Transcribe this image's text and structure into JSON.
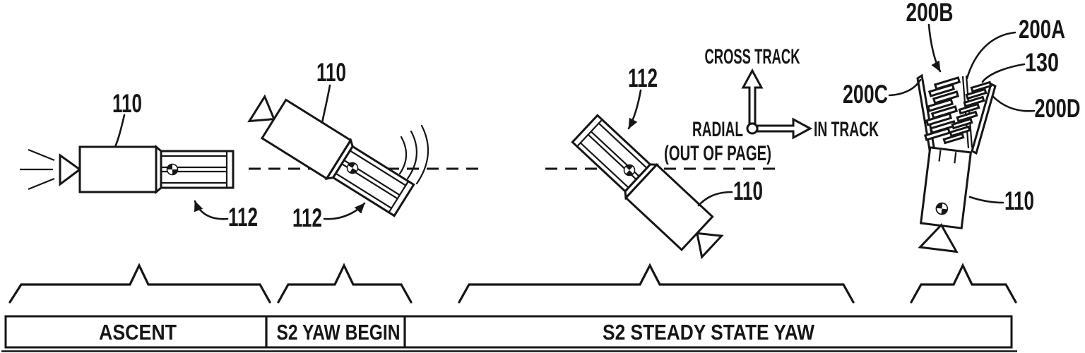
{
  "figure": {
    "type": "patent-diagram",
    "callouts": {
      "rocket1_body": "110",
      "rocket1_stage2": "112",
      "rocket2_body": "110",
      "rocket2_stage2": "112",
      "rocket3_stage2": "112",
      "rocket3_body": "110",
      "sat_stack_left": "200B",
      "sat_stack_right": "200A",
      "dispenser_rod": "130",
      "fairing_half_left": "200C",
      "fairing_half_right": "200D",
      "rocket4_body": "110"
    },
    "axes": {
      "up_label": "CROSS TRACK",
      "right_label": "IN TRACK",
      "origin_label": "RADIAL",
      "origin_note": "(OUT OF PAGE)"
    },
    "timeline": {
      "phases": [
        {
          "label": "ASCENT"
        },
        {
          "label": "S2 YAW BEGIN"
        },
        {
          "label": "S2 STEADY STATE YAW"
        }
      ]
    }
  }
}
